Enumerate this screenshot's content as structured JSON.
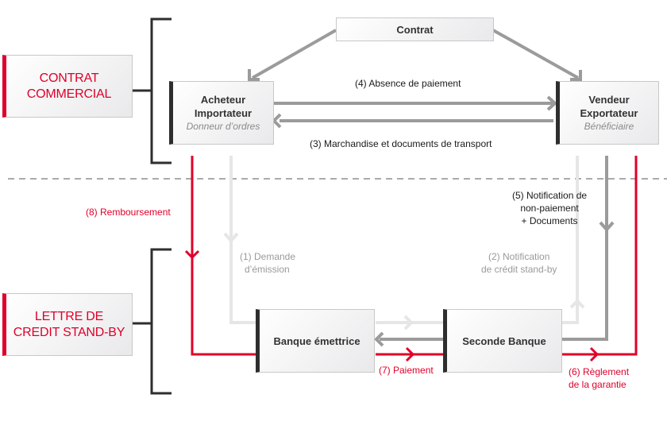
{
  "sections": {
    "commercial": [
      "CONTRAT",
      "COMMERCIAL"
    ],
    "standby": [
      "LETTRE DE",
      "CREDIT STAND-BY"
    ]
  },
  "nodes": {
    "contrat": {
      "title": "Contrat"
    },
    "acheteur": {
      "title_lines": [
        "Acheteur",
        "Importateur"
      ],
      "subtitle": "Donneur d’ordres"
    },
    "vendeur": {
      "title_lines": [
        "Vendeur",
        "Exportateur"
      ],
      "subtitle": "Bénéficiaire"
    },
    "banque_emettrice": {
      "title": "Banque émettrice"
    },
    "seconde_banque": {
      "title": "Seconde Banque"
    }
  },
  "flows": {
    "step1": [
      "(1) Demande",
      "d’émission"
    ],
    "step2": [
      "(2) Notification",
      "de crédit stand-by"
    ],
    "step3": "(3) Marchandise et documents de transport",
    "step4": "(4) Absence de paiement",
    "step5": [
      "(5) Notification de",
      "non-paiement",
      "+ Documents"
    ],
    "step6": [
      "(6) Règlement",
      "de la garantie"
    ],
    "step7": "(7) Paiement",
    "step8": "(8) Remboursement"
  },
  "colors": {
    "accent_red": "#e0002a",
    "arrow_grey": "#9b9b9b",
    "arrow_light": "#e6e6e6",
    "bracket": "#2e2e2e"
  }
}
